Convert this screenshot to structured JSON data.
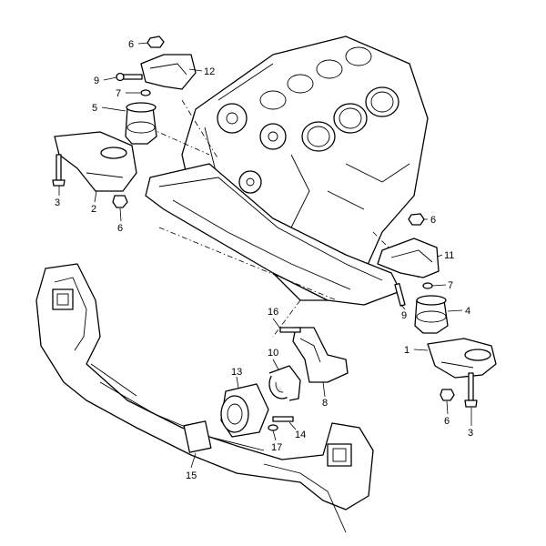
{
  "diagram": {
    "callouts": [
      "1",
      "2",
      "3",
      "3",
      "4",
      "5",
      "6",
      "6",
      "6",
      "6",
      "7",
      "7",
      "8",
      "9",
      "9",
      "10",
      "11",
      "12",
      "13",
      "14",
      "15",
      "16",
      "17"
    ],
    "colors": {
      "line": "#000000",
      "background": "#ffffff",
      "fill": "#ffffff"
    }
  }
}
